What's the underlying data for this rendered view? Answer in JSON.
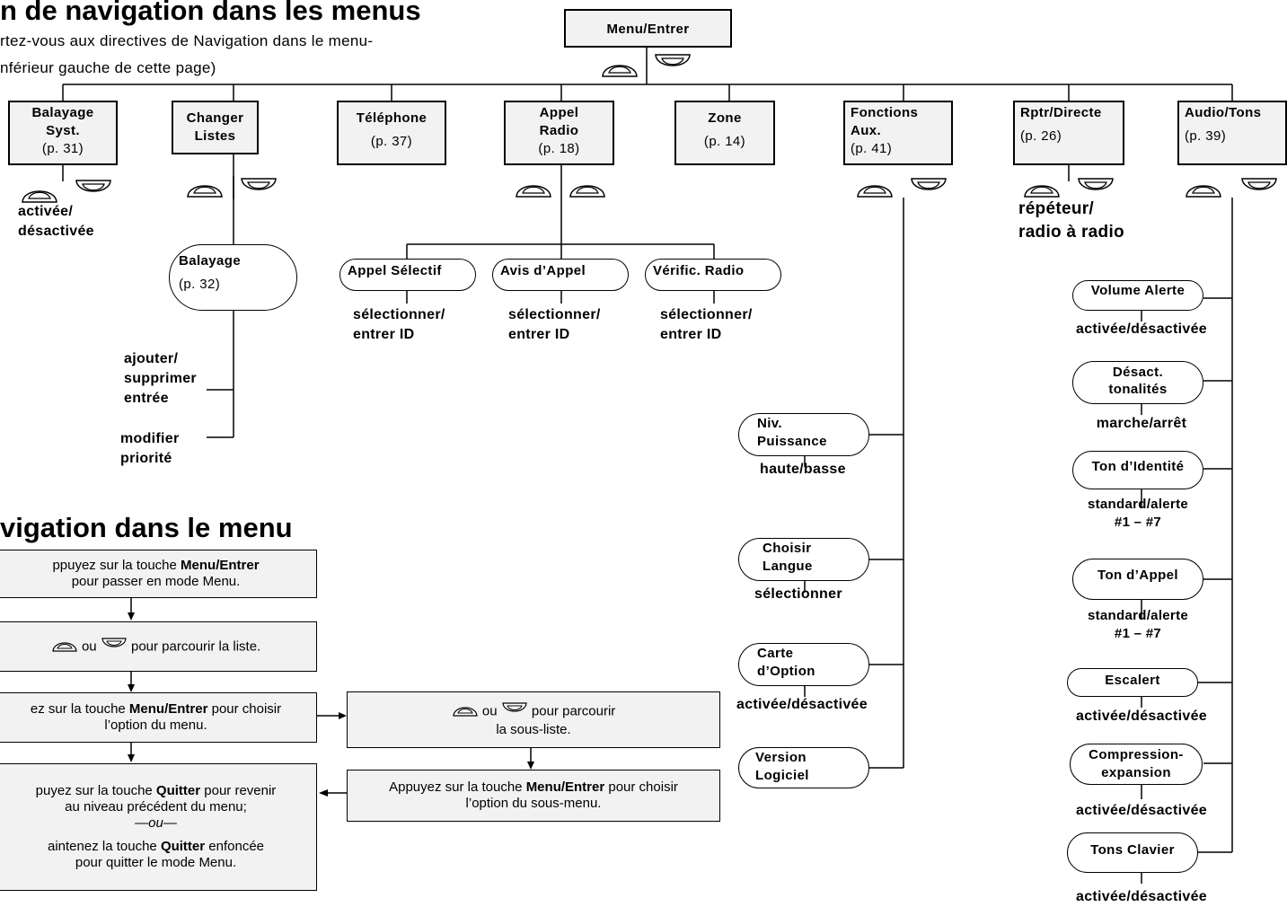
{
  "header": {
    "title": "n de navigation dans les menus",
    "subtitle_line1": "rtez-vous aux directives de Navigation dans le menu-",
    "subtitle_line2": "nférieur gauche de cette page)"
  },
  "root": {
    "label": "Menu/Entrer"
  },
  "top_menus": [
    {
      "line1": "Balayage",
      "line2": "Syst.",
      "page": "(p. 31)"
    },
    {
      "line1": "Changer",
      "line2": "Listes",
      "page": ""
    },
    {
      "line1": "Téléphone",
      "line2": "",
      "page": "(p. 37)"
    },
    {
      "line1": "Appel",
      "line2": "Radio",
      "page": "(p. 18)"
    },
    {
      "line1": "Zone",
      "line2": "",
      "page": "(p. 14)"
    },
    {
      "line1": "Fonctions",
      "line2": "Aux.",
      "page": "(p. 41)"
    },
    {
      "line1": "Rptr/Directe",
      "line2": "",
      "page": "(p. 26)"
    },
    {
      "line1": "Audio/Tons",
      "line2": "",
      "page": "(p. 39)"
    }
  ],
  "balayage_syst": {
    "option_line1": "activée/",
    "option_line2": "désactivée"
  },
  "changer_listes": {
    "sub_label": "Balayage",
    "sub_page": "(p. 32)",
    "opt1_line1": "ajouter/",
    "opt1_line2": "supprimer",
    "opt1_line3": "entrée",
    "opt2_line1": "modifier",
    "opt2_line2": "priorité"
  },
  "appel_radio": {
    "subs": [
      {
        "label": "Appel Sélectif",
        "opt1": "sélectionner/",
        "opt2": "entrer ID"
      },
      {
        "label": "Avis d’Appel",
        "opt1": "sélectionner/",
        "opt2": "entrer ID"
      },
      {
        "label": "Vérific. Radio",
        "opt1": "sélectionner/",
        "opt2": "entrer ID"
      }
    ]
  },
  "rptr_directe": {
    "option_line1": "répéteur/",
    "option_line2": "radio à radio"
  },
  "fonctions_aux": {
    "subs": [
      {
        "line1": "Niv.",
        "line2": "Puissance",
        "option": "haute/basse"
      },
      {
        "line1": "Choisir",
        "line2": "Langue",
        "option": "sélectionner"
      },
      {
        "line1": "Carte",
        "line2": "d’Option",
        "option": "activée/désactivée"
      },
      {
        "line1": "Version",
        "line2": "Logiciel",
        "option": ""
      }
    ]
  },
  "audio_tons": {
    "subs": [
      {
        "line1": "Volume Alerte",
        "line2": "",
        "opt1": "activée/désactivée",
        "opt2": ""
      },
      {
        "line1": "Désact.",
        "line2": "tonalités",
        "opt1": "marche/arrêt",
        "opt2": ""
      },
      {
        "line1": "Ton d’Identité",
        "line2": "",
        "opt1": "standard/alerte",
        "opt2": "#1 – #7"
      },
      {
        "line1": "Ton d’Appel",
        "line2": "",
        "opt1": "standard/alerte",
        "opt2": "#1 – #7"
      },
      {
        "line1": "Escalert",
        "line2": "",
        "opt1": "activée/désactivée",
        "opt2": ""
      },
      {
        "line1": "Compression-",
        "line2": "expansion",
        "opt1": "activée/désactivée",
        "opt2": ""
      },
      {
        "line1": "Tons Clavier",
        "line2": "",
        "opt1": "activée/désactivée",
        "opt2": ""
      }
    ]
  },
  "navigation": {
    "title": "vigation dans le menu",
    "step1_a": "ppuyez sur la touche ",
    "step1_b": "Menu/Entrer",
    "step1_c": "pour passer en mode Menu.",
    "step2_ou": "ou",
    "step2_text": "pour parcourir la liste.",
    "step3_a": "ez sur la touche ",
    "step3_b": "Menu/Entrer",
    "step3_c": " pour choisir",
    "step3_d": "l’option du menu.",
    "step4_a": "puyez sur la touche ",
    "step4_b": "Quitter",
    "step4_c": " pour revenir",
    "step4_d": "au niveau précédent du menu;",
    "step4_or": "—ou—",
    "step4_e": "aintenez la touche ",
    "step4_f": "Quitter",
    "step4_g": " enfoncée",
    "step4_h": "pour quitter le mode Menu.",
    "sub1_ou": "ou",
    "sub1_text1": "pour parcourir",
    "sub1_text2": "la sous-liste.",
    "sub2_a": "Appuyez sur la touche ",
    "sub2_b": "Menu/Entrer",
    "sub2_c": " pour choisir",
    "sub2_d": "l’option du sous-menu."
  },
  "icons": {
    "up": "up-arrow-key-icon",
    "down": "down-arrow-key-icon"
  }
}
